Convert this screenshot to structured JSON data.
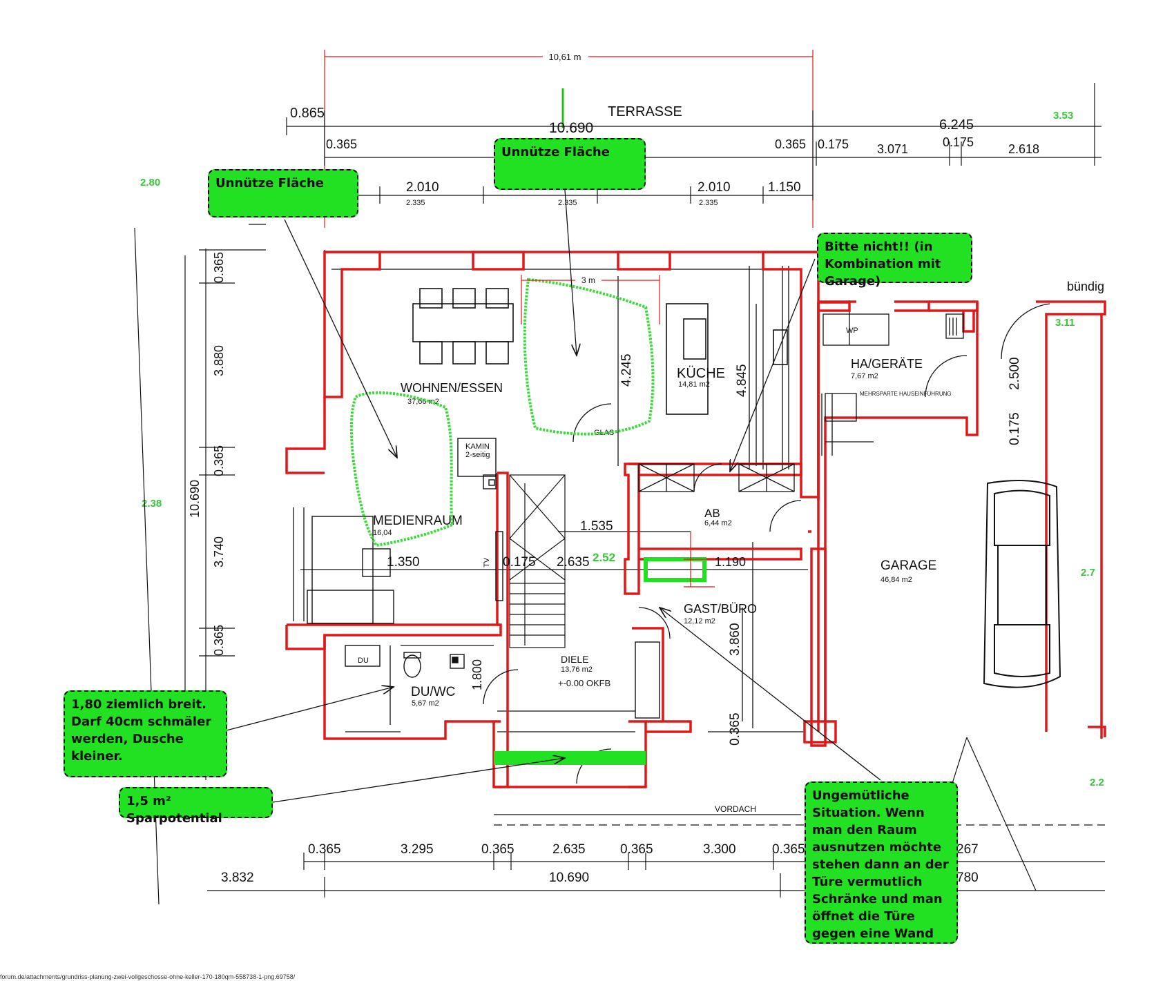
{
  "plan": {
    "top_measure": "10,61 m",
    "inner_measure": "3 m",
    "terrace": "TERRASSE",
    "canopy": "VORDACH",
    "neighbour_right": "bündig"
  },
  "dimensions": {
    "top": {
      "a": "0.865",
      "b": "10.690",
      "c": "6.245",
      "d": "0.365",
      "e": "0.365",
      "f": "0.175",
      "g": "3.071",
      "h": "0.175",
      "i": "2.618",
      "j": "2.010",
      "k": "2.335",
      "l": "2.010",
      "m": "2.335",
      "n": "1.150",
      "o": "2.335"
    },
    "left": {
      "a": "0.365",
      "b": "3.880",
      "c": "0.365",
      "d": "10.690",
      "e": "3.740",
      "f": "0.365"
    },
    "inner": {
      "a": "4.245",
      "b": "4.845",
      "c": "1.535",
      "d": "1.350",
      "e": "2.635",
      "f": "0.175",
      "g": "3.860",
      "h": "0.365",
      "i": "2.500",
      "j": "0.175",
      "k": "1.190",
      "l": "1.800"
    },
    "bottom": {
      "a": "0.365",
      "b": "3.295",
      "c": "0.365",
      "d": "2.635",
      "e": "0.365",
      "f": "3.300",
      "g": "0.365",
      "h": "3.832",
      "i": "10.690",
      "j": "267",
      "k": "780"
    },
    "green": {
      "a": "2.80",
      "b": "2.38",
      "c": "3.53",
      "d": "3.11",
      "e": "2.52",
      "f": "2.7",
      "g": "2.2"
    }
  },
  "rooms": {
    "wohnen": {
      "name": "WOHNEN/ESSEN",
      "area": "37,66 m2"
    },
    "kueche": {
      "name": "KÜCHE",
      "area": "14,81 m2"
    },
    "medien": {
      "name": "MEDIENRAUM",
      "area": "16,04"
    },
    "ab": {
      "name": "AB",
      "area": "6,44 m2"
    },
    "gast": {
      "name": "GAST/BÜRO",
      "area": "12,12 m2"
    },
    "diele": {
      "name": "DIELE",
      "area": "13,76 m2",
      "level": "+-0.00 OKFB"
    },
    "duwc": {
      "name": "DU/WC",
      "area": "5,67 m2",
      "shower": "DU"
    },
    "hageraete": {
      "name": "HA/GERÄTE",
      "area": "7,67 m2",
      "wp": "WP",
      "sparte": "MEHRSPARTE HAUSEINFÜHRUNG"
    },
    "garage": {
      "name": "GARAGE",
      "area": "46,84 m2"
    },
    "kamin": {
      "name": "KAMIN",
      "sub": "2-seitig"
    },
    "glas": "GLAS",
    "tv": "TV"
  },
  "annotations": {
    "n1": "Unnütze Fläche",
    "n2": "Unnütze Fläche",
    "n3": "Bitte nicht!! (in Kombination mit Garage)",
    "n4": "1,80 ziemlich breit. Darf 40cm schmäler werden, Dusche kleiner.",
    "n5": "1,5 m² Sparpotential",
    "n6": "Ungemütliche Situation. Wenn man den Raum ausnutzen möchte stehen dann an der Türe vermutlich Schränke und man öffnet die Türe gegen eine Wand"
  },
  "source_url": "forum.de/attachments/grundriss-planung-zwei-vollgeschosse-ohne-keller-170-180qm-558738-1-png.69758/",
  "colors": {
    "wall": "#e01818",
    "note_bg": "#22e022",
    "green_mark": "#22e022",
    "green_text": "#39c639"
  }
}
